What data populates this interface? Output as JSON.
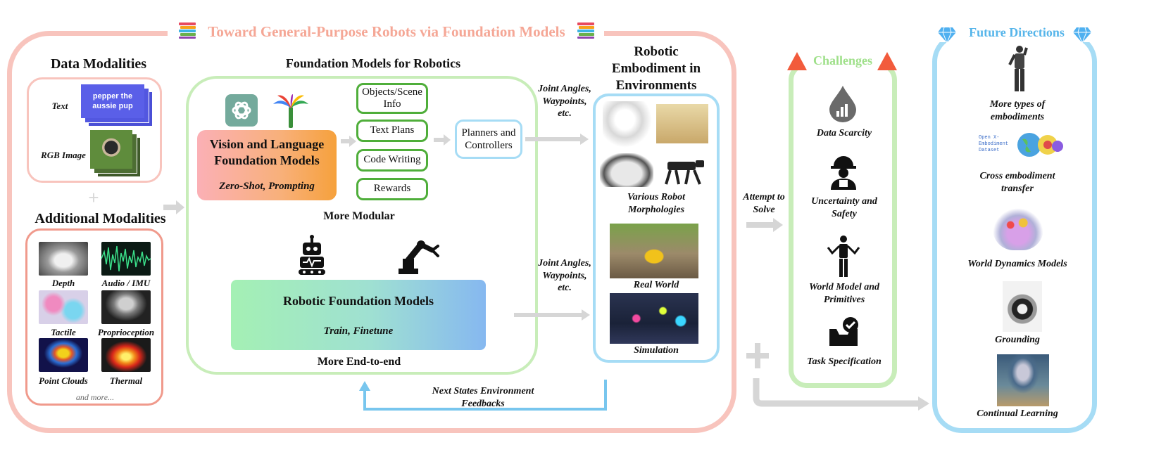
{
  "title": "Toward General-Purpose Robots via Foundation Models",
  "data_modalities": {
    "heading": "Data Modalities",
    "text_label": "Text",
    "text_card": "pepper the aussie pup",
    "rgb_label": "RGB Image",
    "plus": "+"
  },
  "additional_modalities": {
    "heading": "Additional Modalities",
    "items": [
      "Depth",
      "Audio / IMU",
      "Tactile",
      "Proprioception",
      "Point Clouds",
      "Thermal"
    ],
    "more": "and more..."
  },
  "foundation": {
    "heading": "Foundation Models for Robotics",
    "vlm_title": "Vision and Language Foundation Models",
    "vlm_sub": "Zero-Shot, Prompting",
    "boxes": [
      "Objects/Scene Info",
      "Text Plans",
      "Code Writing",
      "Rewards"
    ],
    "planners": "Planners and Controllers",
    "more_modular": "More Modular",
    "rfm_title": "Robotic Foundation Models",
    "rfm_sub": "Train, Finetune",
    "more_end_to_end": "More End-to-end"
  },
  "arrows": {
    "joint_top": "Joint Angles, Waypoints, etc.",
    "joint_bottom": "Joint Angles, Waypoints, etc.",
    "feedback": "Next States Environment Feedbacks",
    "attempt": "Attempt to Solve"
  },
  "embodiment": {
    "heading": "Robotic Embodiment in Environments",
    "morph": "Various Robot Morphologies",
    "real": "Real World",
    "sim": "Simulation"
  },
  "challenges": {
    "heading": "Challenges",
    "items": [
      "Data Scarcity",
      "Uncertainty and Safety",
      "World Model and Primitives",
      "Task Specification"
    ]
  },
  "future": {
    "heading": "Future Directions",
    "items": [
      "More types of embodiments",
      "Cross embodiment transfer",
      "World Dynamics Models",
      "Grounding",
      "Continual Learning"
    ],
    "dataset_text": "Open X-Embodiment Dataset"
  },
  "colors": {
    "outer_pink": "#f8c4bd",
    "title_pink": "#f5a796",
    "green": "#a9e293",
    "blue": "#a6dcf5",
    "challenge_green": "#9fe08a",
    "future_blue": "#56b5ea",
    "arrow_gray": "#d6d6d6"
  }
}
